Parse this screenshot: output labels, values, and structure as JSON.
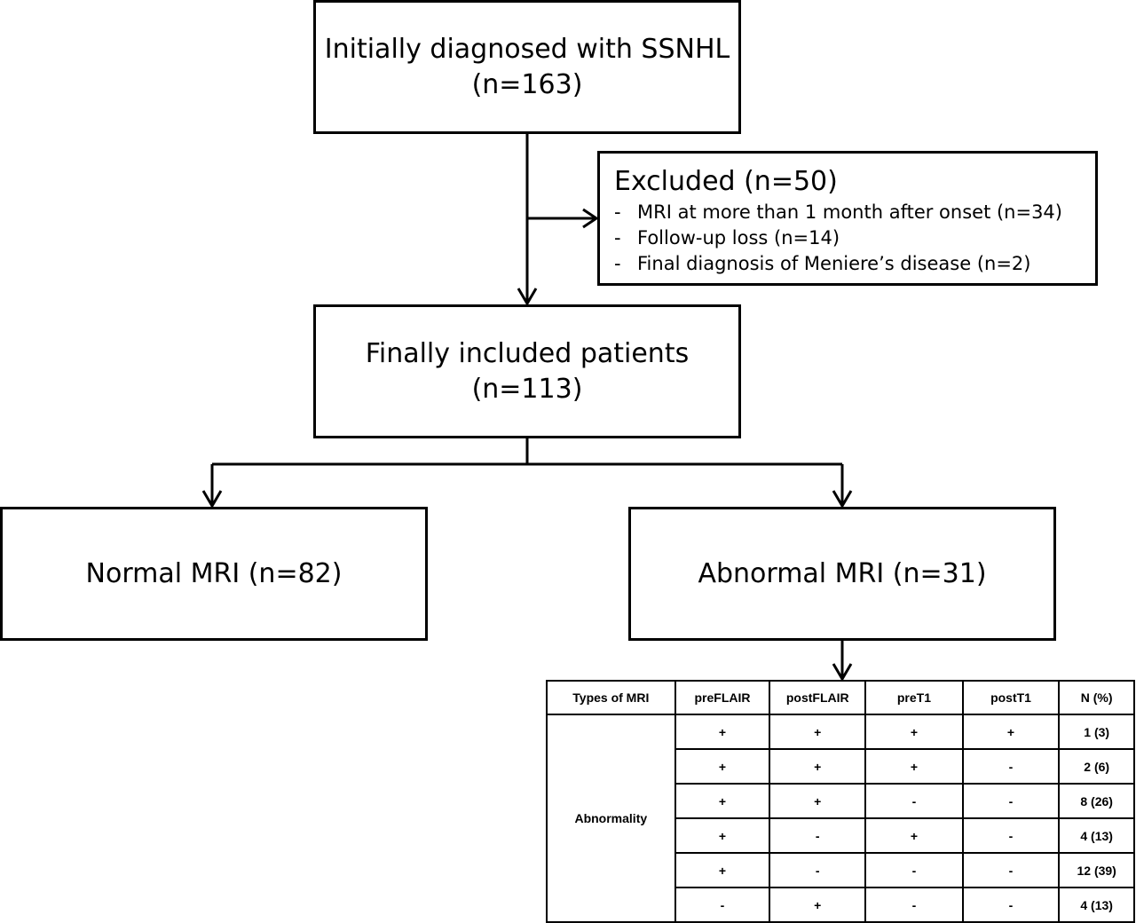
{
  "boxes": {
    "initial": {
      "line1": "Initially diagnosed with SSNHL",
      "line2": "(n=163)"
    },
    "excluded": {
      "title": "Excluded (n=50)",
      "items": [
        "MRI at more than 1 month after onset (n=34)",
        "Follow-up loss (n=14)",
        "Final diagnosis of Meniere’s disease (n=2)"
      ],
      "bullet": "-"
    },
    "included": {
      "line1": "Finally included patients",
      "line2": "(n=113)"
    },
    "normal": {
      "label": "Normal MRI (n=82)"
    },
    "abnormal": {
      "label": "Abnormal MRI (n=31)"
    }
  },
  "table": {
    "headers": [
      "Types of MRI",
      "preFLAIR",
      "postFLAIR",
      "preT1",
      "postT1",
      "N (%)"
    ],
    "row_label": "Abnormality",
    "rows": [
      [
        "+",
        "+",
        "+",
        "+",
        "1 (3)"
      ],
      [
        "+",
        "+",
        "+",
        "-",
        "2 (6)"
      ],
      [
        "+",
        "+",
        "-",
        "-",
        "8 (26)"
      ],
      [
        "+",
        "-",
        "+",
        "-",
        "4 (13)"
      ],
      [
        "+",
        "-",
        "-",
        "-",
        "12 (39)"
      ],
      [
        "-",
        "+",
        "-",
        "-",
        "4 (13)"
      ]
    ]
  }
}
